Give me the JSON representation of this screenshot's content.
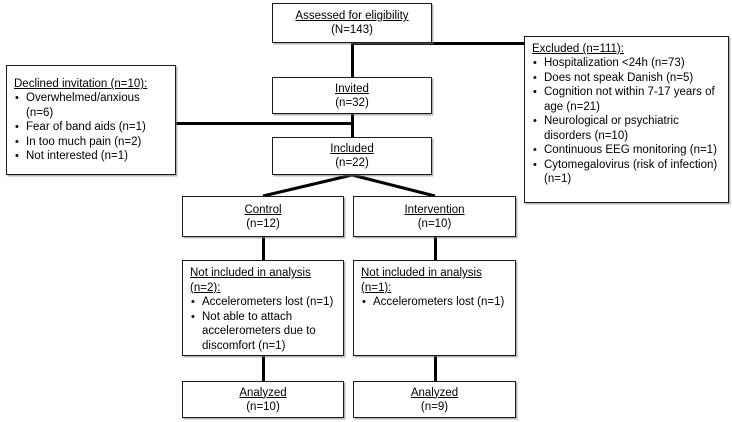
{
  "diagram": {
    "type": "consort-flow-diagram",
    "nodes": {
      "assessed": {
        "title": "Assessed for eligibility",
        "count": "(N=143)"
      },
      "excluded": {
        "title": "Excluded (n=111):",
        "items": [
          "Hospitalization <24h (n=73)",
          "Does not speak Danish (n=5)",
          "Cognition not within 7-17 years of age (n=21)",
          "Neurological or psychiatric disorders (n=10)",
          "Continuous EEG monitoring (n=1)",
          "Cytomegalovirus (risk of infection) (n=1)"
        ]
      },
      "invited": {
        "title": "Invited",
        "count": "(n=32)"
      },
      "declined": {
        "title": "Declined invitation (n=10):",
        "items": [
          "Overwhelmed/anxious (n=6)",
          "Fear of band aids (n=1)",
          "In too much pain (n=2)",
          "Not interested (n=1)"
        ]
      },
      "included": {
        "title": "Included",
        "count": "(n=22)"
      },
      "control": {
        "title": "Control",
        "count": "(n=12)"
      },
      "intervention": {
        "title": "Intervention",
        "count": "(n=10)"
      },
      "control_not_included": {
        "title": "Not included in analysis (n=2):",
        "items": [
          "Accelerometers lost (n=1)",
          "Not able to attach accelerometers due to discomfort (n=1)"
        ]
      },
      "intervention_not_included": {
        "title": "Not included in analysis (n=1):",
        "items": [
          "Accelerometers lost (n=1)"
        ]
      },
      "control_analyzed": {
        "title": "Analyzed",
        "count": "(n=10)"
      },
      "intervention_analyzed": {
        "title": "Analyzed",
        "count": "(n=9)"
      }
    },
    "colors": {
      "border": "#1a1a1a",
      "connector": "#000000",
      "background": "#ffffff",
      "text": "#000000"
    }
  }
}
